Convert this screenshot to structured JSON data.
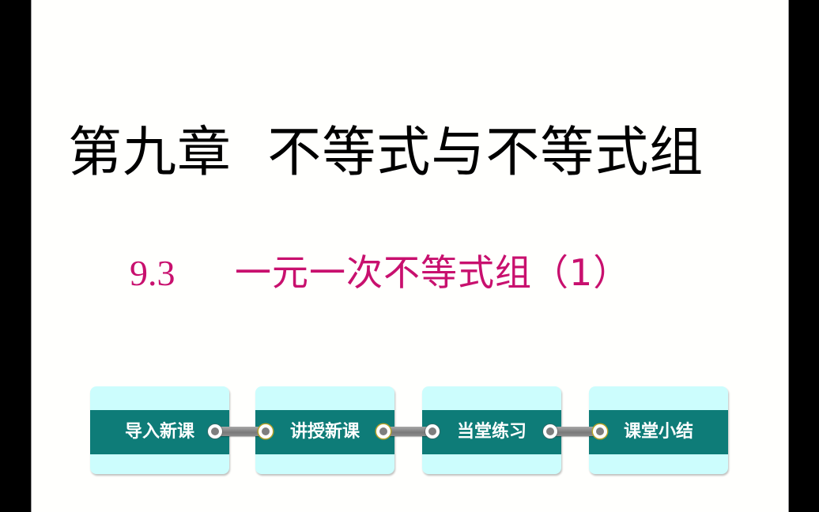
{
  "slide": {
    "chapter_title": "第九章  不等式与不等式组",
    "section_number": "9.3",
    "section_name": "一元一次不等式组（1）",
    "colors": {
      "background": "#fffffd",
      "chapter_title": "#000000",
      "section_title": "#c8106e",
      "card_background": "#ccfdfd",
      "band": "#0e7c78",
      "nav_text": "#ffffff",
      "connector": "#8a8a8a"
    }
  },
  "navigation": {
    "buttons": [
      {
        "label": "导入新课"
      },
      {
        "label": "讲授新课"
      },
      {
        "label": "当堂练习"
      },
      {
        "label": "课堂小结"
      }
    ],
    "connectors": [
      {
        "from": "导入新课",
        "to": "讲授新课",
        "icon": "link-connector-icon"
      },
      {
        "from": "讲授新课",
        "to": "当堂练习",
        "icon": "link-connector-icon"
      },
      {
        "from": "当堂练习",
        "to": "课堂小结",
        "icon": "link-connector-icon"
      }
    ]
  }
}
